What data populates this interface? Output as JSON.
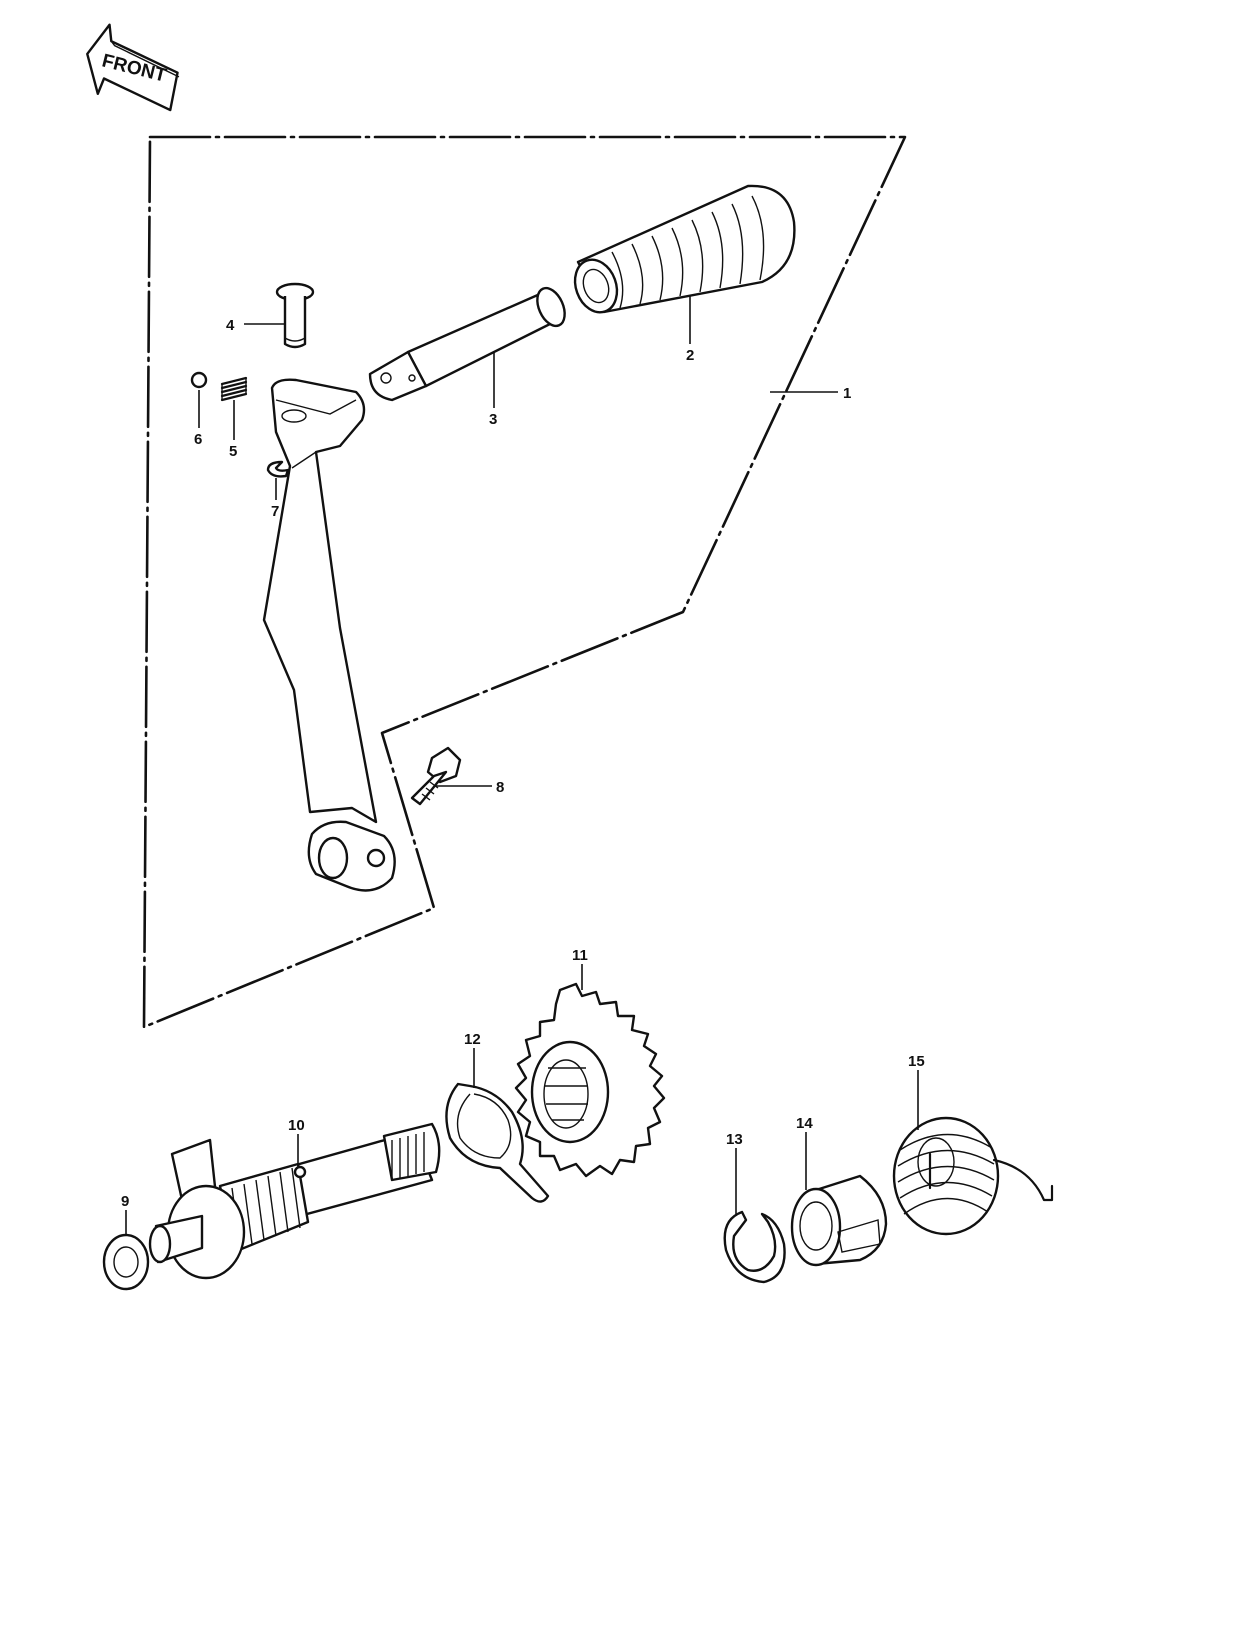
{
  "front_arrow": {
    "label": "FRONT"
  },
  "callouts": {
    "p1": "1",
    "p2": "2",
    "p3": "3",
    "p4": "4",
    "p5": "5",
    "p6": "6",
    "p7": "7",
    "p8": "8",
    "p9": "9",
    "p10": "10",
    "p11": "11",
    "p12": "12",
    "p13": "13",
    "p14": "14",
    "p15": "15"
  },
  "colors": {
    "ink": "#111111",
    "paper": "#ffffff"
  }
}
